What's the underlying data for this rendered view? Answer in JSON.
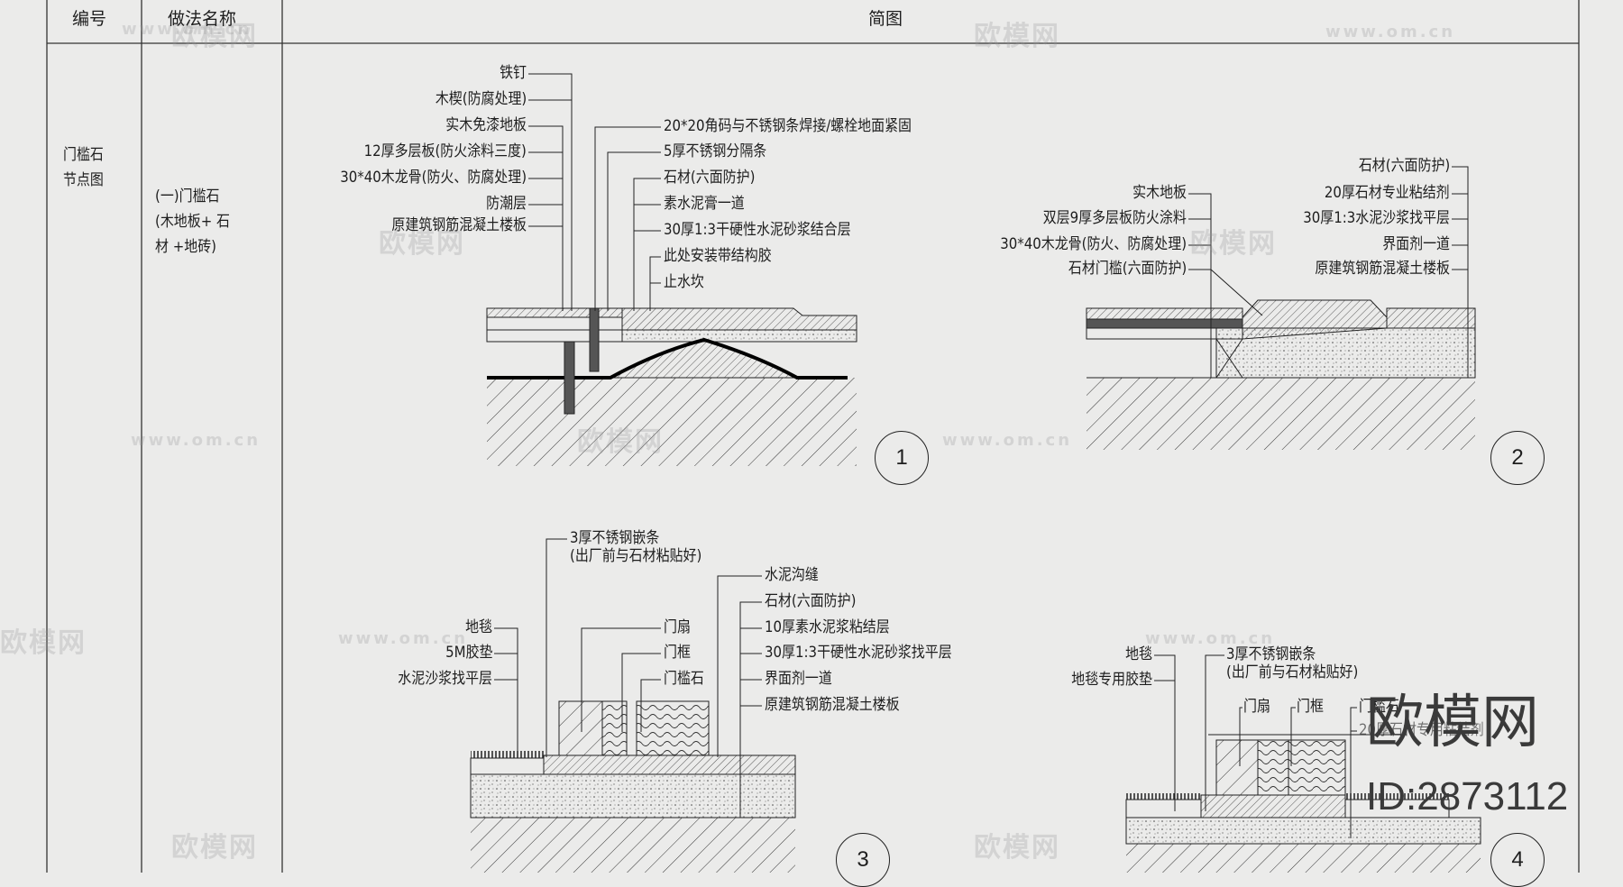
{
  "table": {
    "headers": {
      "id": "编号",
      "method": "做法名称",
      "sketch": "简图"
    },
    "row": {
      "id_lines": [
        "门槛石",
        "节点图"
      ],
      "method_lines": [
        "(一)门槛石",
        "(木地板+ 石",
        "材 +地砖)"
      ]
    }
  },
  "detail1": {
    "number": "1",
    "left_labels": [
      "铁钉",
      "木楔(防腐处理)",
      "实木免漆地板",
      "12厚多层板(防火涂料三度)",
      "30*40木龙骨(防火、防腐处理)",
      "防潮层",
      "原建筑钢筋混凝土楼板"
    ],
    "right_labels": [
      "20*20角码与不锈钢条焊接/螺栓地面紧固",
      "5厚不锈钢分隔条",
      "石材(六面防护)",
      "素水泥膏一道",
      "30厚1:3干硬性水泥砂浆结合层",
      "此处安装带结构胶",
      "止水坎"
    ]
  },
  "detail2": {
    "number": "2",
    "left_labels": [
      "实木地板",
      "双层9厚多层板防火涂料",
      "30*40木龙骨(防火、防腐处理)",
      "石材门槛(六面防护)"
    ],
    "right_labels": [
      "石材(六面防护)",
      "20厚石材专业粘结剂",
      "30厚1:3水泥沙浆找平层",
      "界面剂一道",
      "原建筑钢筋混凝土楼板"
    ]
  },
  "detail3": {
    "number": "3",
    "top_label": [
      "3厚不锈钢嵌条",
      "(出厂前与石材粘贴好)"
    ],
    "left_labels": [
      "地毯",
      "5M胶垫",
      "水泥沙浆找平层"
    ],
    "door_labels": [
      "门扇",
      "门框",
      "门槛石"
    ],
    "right_labels": [
      "水泥沟缝",
      "石材(六面防护)",
      "10厚素水泥浆粘结层",
      "30厚1:3干硬性水泥砂浆找平层",
      "界面剂一道",
      "原建筑钢筋混凝土楼板"
    ]
  },
  "detail4": {
    "number": "4",
    "left_labels": [
      "地毯",
      "地毯专用胶垫"
    ],
    "top_label": [
      "3厚不锈钢嵌条",
      "(出厂前与石材粘贴好)"
    ],
    "door_labels": [
      "门扇",
      "门框",
      "门槛石"
    ],
    "partial_label": "20厚石材专用粘结剂"
  },
  "watermark": {
    "logo": "欧模网",
    "id": "ID:2873112",
    "site": "www.om.cn"
  },
  "colors": {
    "background": "#ebebea",
    "ink": "#1e1e1e"
  }
}
